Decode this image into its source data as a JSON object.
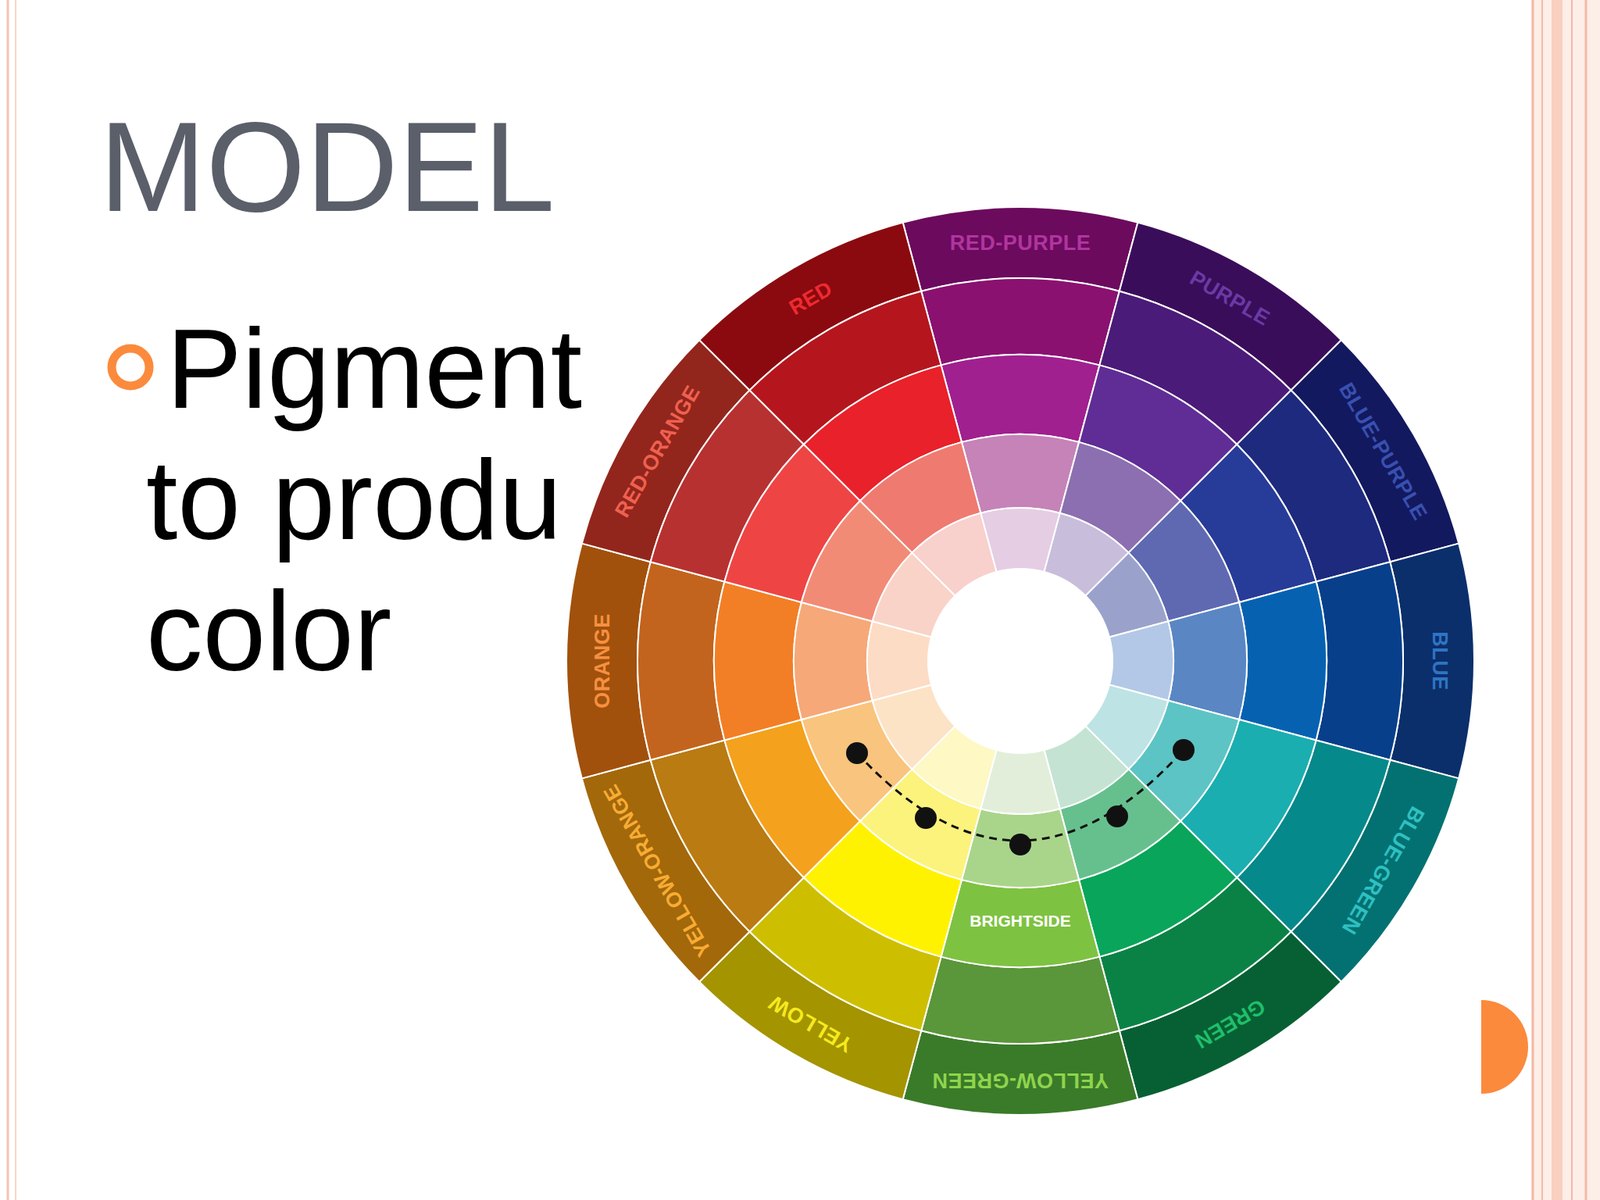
{
  "diagram": {
    "title": "MODEL",
    "labels": [
      "Pigment to produ color",
      "RED-PURPLE",
      "PURPLE",
      "BLUE-PURPLE",
      "BLUE",
      "BLUE-GREEN",
      "GREEN",
      "YELLOW-GREEN",
      "YELLOW",
      "YELLOW-ORANGE",
      "ORANGE",
      "RED-ORANGE",
      "RED",
      "BRIGHTSIDE"
    ]
  }
}
